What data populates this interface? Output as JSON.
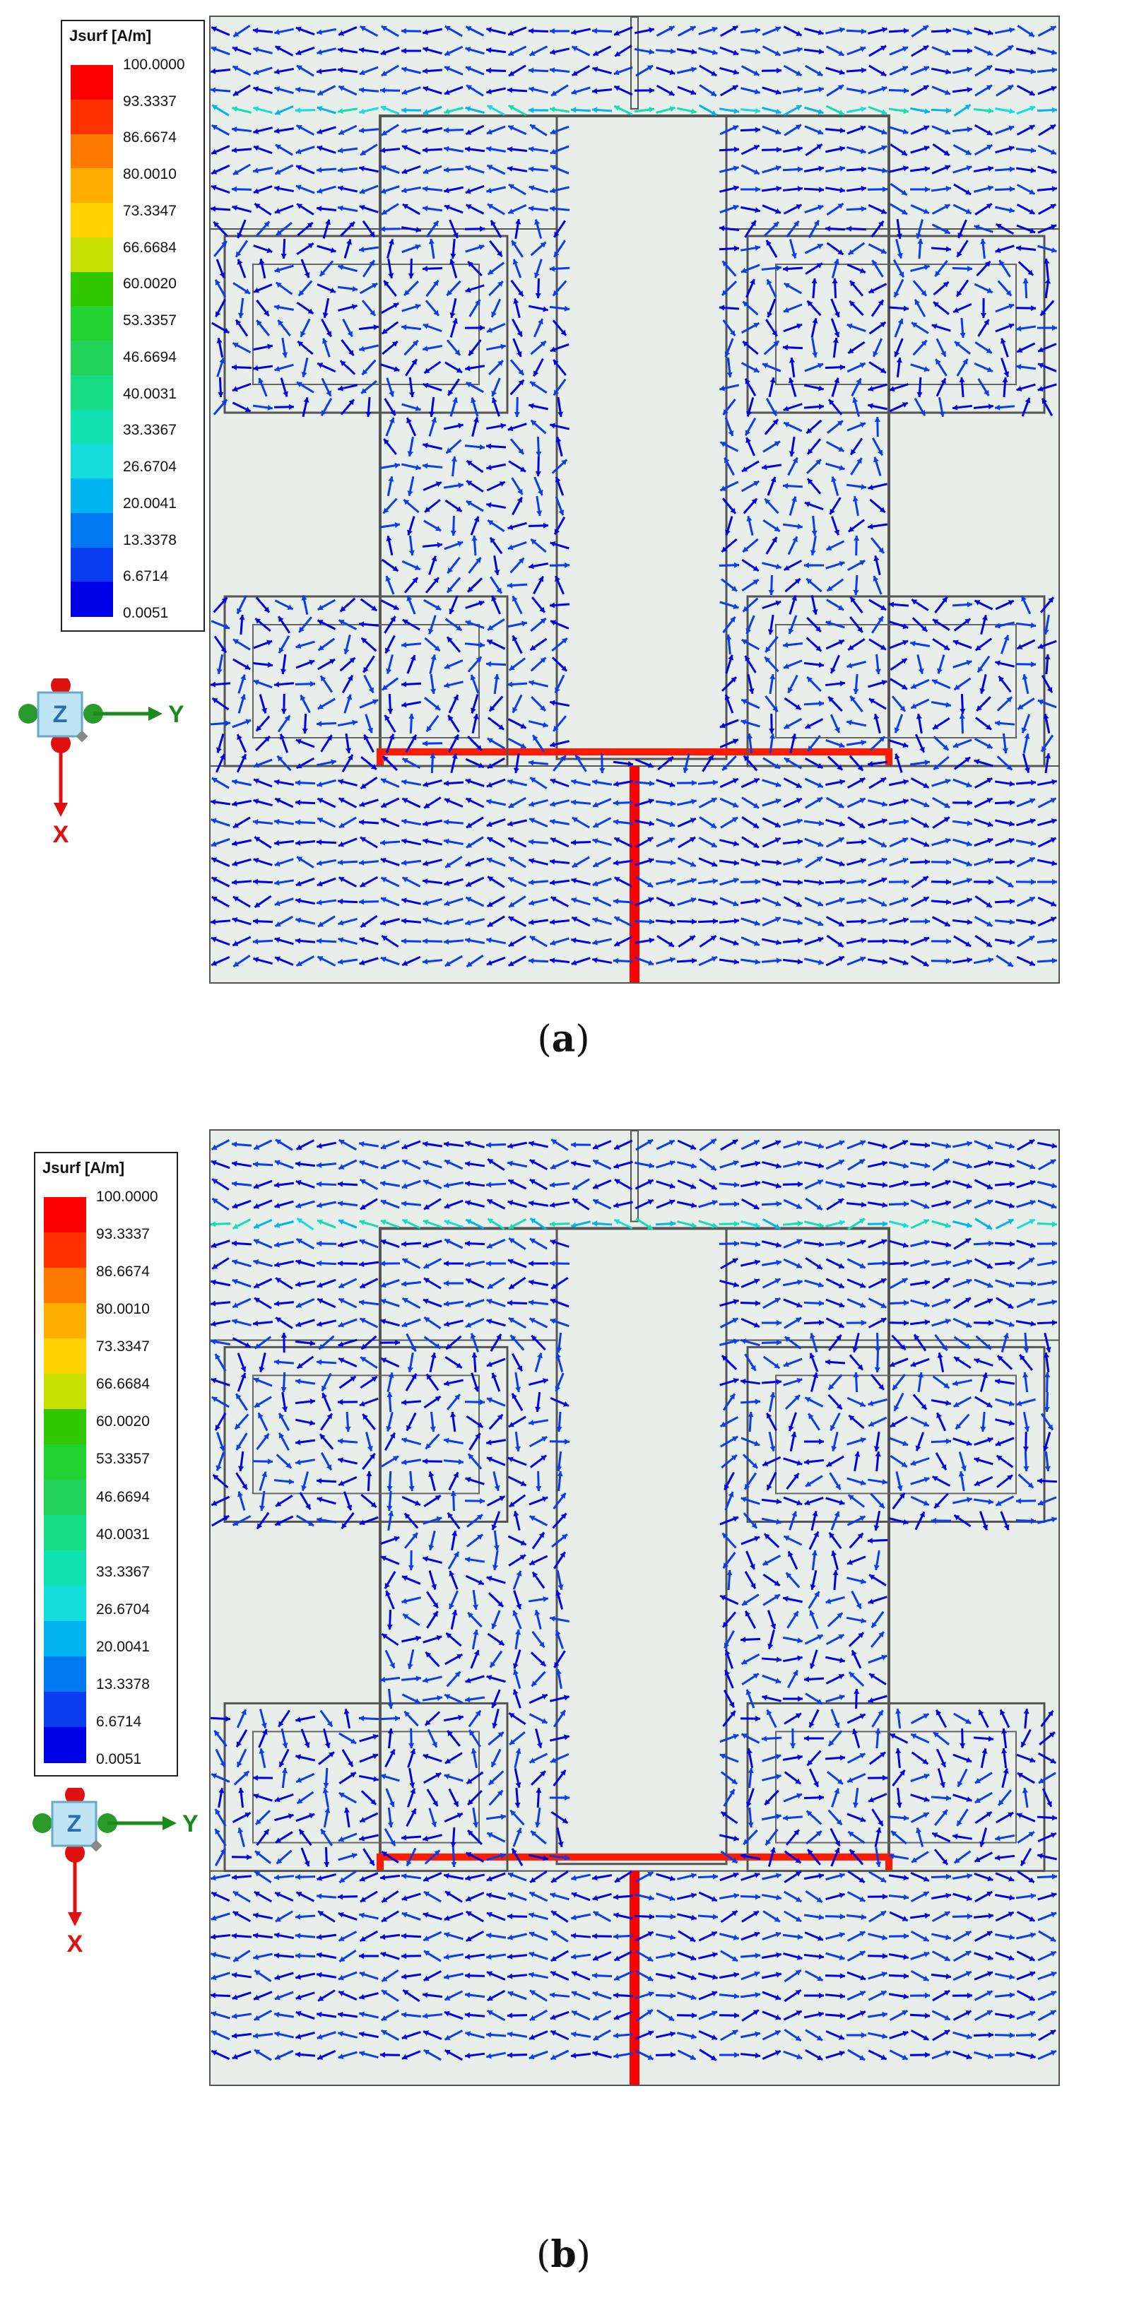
{
  "legend": {
    "title": "Jsurf [A/m]",
    "ticks": [
      "100.0000",
      "93.3337",
      "86.6674",
      "80.0010",
      "73.3347",
      "66.6684",
      "60.0020",
      "53.3357",
      "46.6694",
      "40.0031",
      "33.3367",
      "26.6704",
      "20.0041",
      "13.3378",
      "6.6714",
      "0.0051"
    ],
    "colors": [
      "#ff0000",
      "#ff3300",
      "#ff7a00",
      "#ffae00",
      "#ffd200",
      "#c8e000",
      "#32c800",
      "#22d232",
      "#22d25a",
      "#16dc86",
      "#10e0b0",
      "#16dcdc",
      "#00b4f0",
      "#0078f0",
      "#0a3cf0",
      "#0000e6"
    ]
  },
  "axes": {
    "z": "Z",
    "y": "Y",
    "x": "X"
  },
  "panels": [
    {
      "caption": "a",
      "mode": "a"
    },
    {
      "caption": "b",
      "mode": "b"
    }
  ]
}
